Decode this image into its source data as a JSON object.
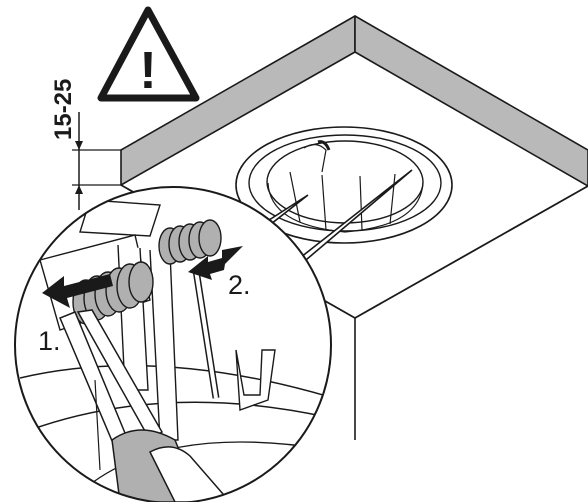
{
  "warning": {
    "glyph": "!",
    "icon": "warning-triangle-icon"
  },
  "dimension": {
    "label": "15-25"
  },
  "steps": [
    {
      "label": "1."
    },
    {
      "label": "2."
    }
  ],
  "colors": {
    "line": "#1a1a1a",
    "ceiling_edge": "#b9b9b9",
    "spring": "#b0b0b0",
    "background": "#ffffff"
  }
}
